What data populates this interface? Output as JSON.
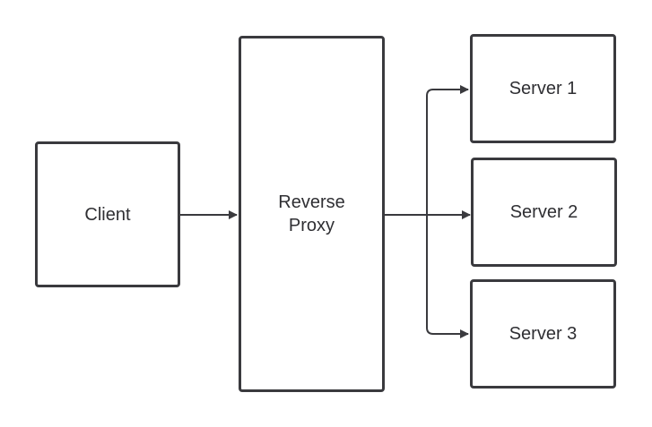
{
  "diagram": {
    "nodes": {
      "client": {
        "label": "Client"
      },
      "proxy": {
        "label": "Reverse\nProxy"
      },
      "server1": {
        "label": "Server 1"
      },
      "server2": {
        "label": "Server 2"
      },
      "server3": {
        "label": "Server 3"
      }
    },
    "edges": [
      {
        "from": "Client",
        "to": "Reverse Proxy"
      },
      {
        "from": "Reverse Proxy",
        "to": "Server 1"
      },
      {
        "from": "Reverse Proxy",
        "to": "Server 2"
      },
      {
        "from": "Reverse Proxy",
        "to": "Server 3"
      }
    ],
    "colors": {
      "stroke": "#3a3a3e",
      "text": "#2f2f33",
      "background": "#ffffff"
    }
  }
}
